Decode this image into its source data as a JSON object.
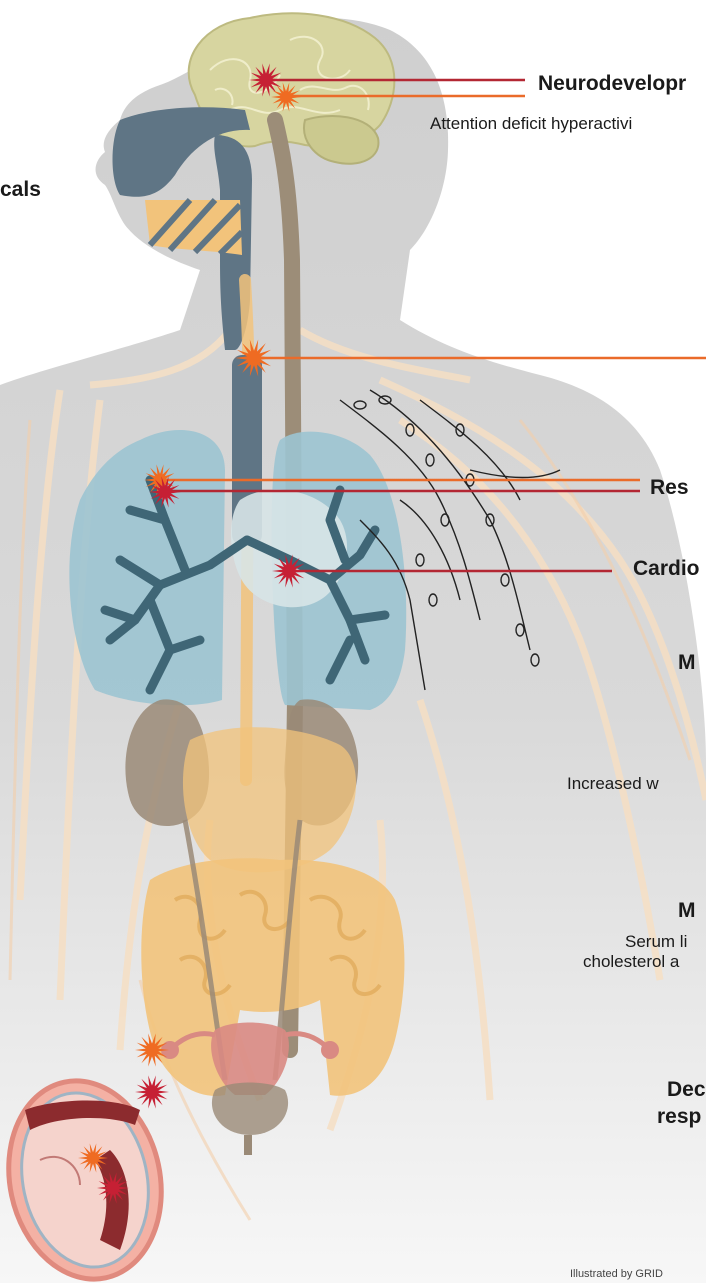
{
  "labels": {
    "left_cut": "cals",
    "neuro_title": "Neurodevelopr",
    "neuro_sub": "Attention deficit hyperactivi",
    "resp": "Res",
    "cardio": "Cardio",
    "m1": "M",
    "m1_sub": "Increased w",
    "m2": "M",
    "m2_sub1": "Serum li",
    "m2_sub2": "cholesterol a",
    "dec1": "Dec",
    "dec2": "resp",
    "credit": "Illustrated by GRID"
  },
  "colors": {
    "background": "#ffffff",
    "body_silhouette": "#c9c9c9",
    "brain": "#d8d6a3",
    "airway": "#5f7585",
    "lungs": "#9cc4d2",
    "bronchi": "#3f6676",
    "kidneys": "#9a8a77",
    "intestine": "#f2c37b",
    "uterus": "#d98a83",
    "vessels": "#f6dfc4",
    "line_red": "#b32733",
    "line_orange": "#ea6b2a",
    "burst_red": "#c62034",
    "burst_orange": "#ef6b22"
  },
  "icons": [
    "impact-burst-red-icon",
    "impact-burst-orange-icon"
  ]
}
